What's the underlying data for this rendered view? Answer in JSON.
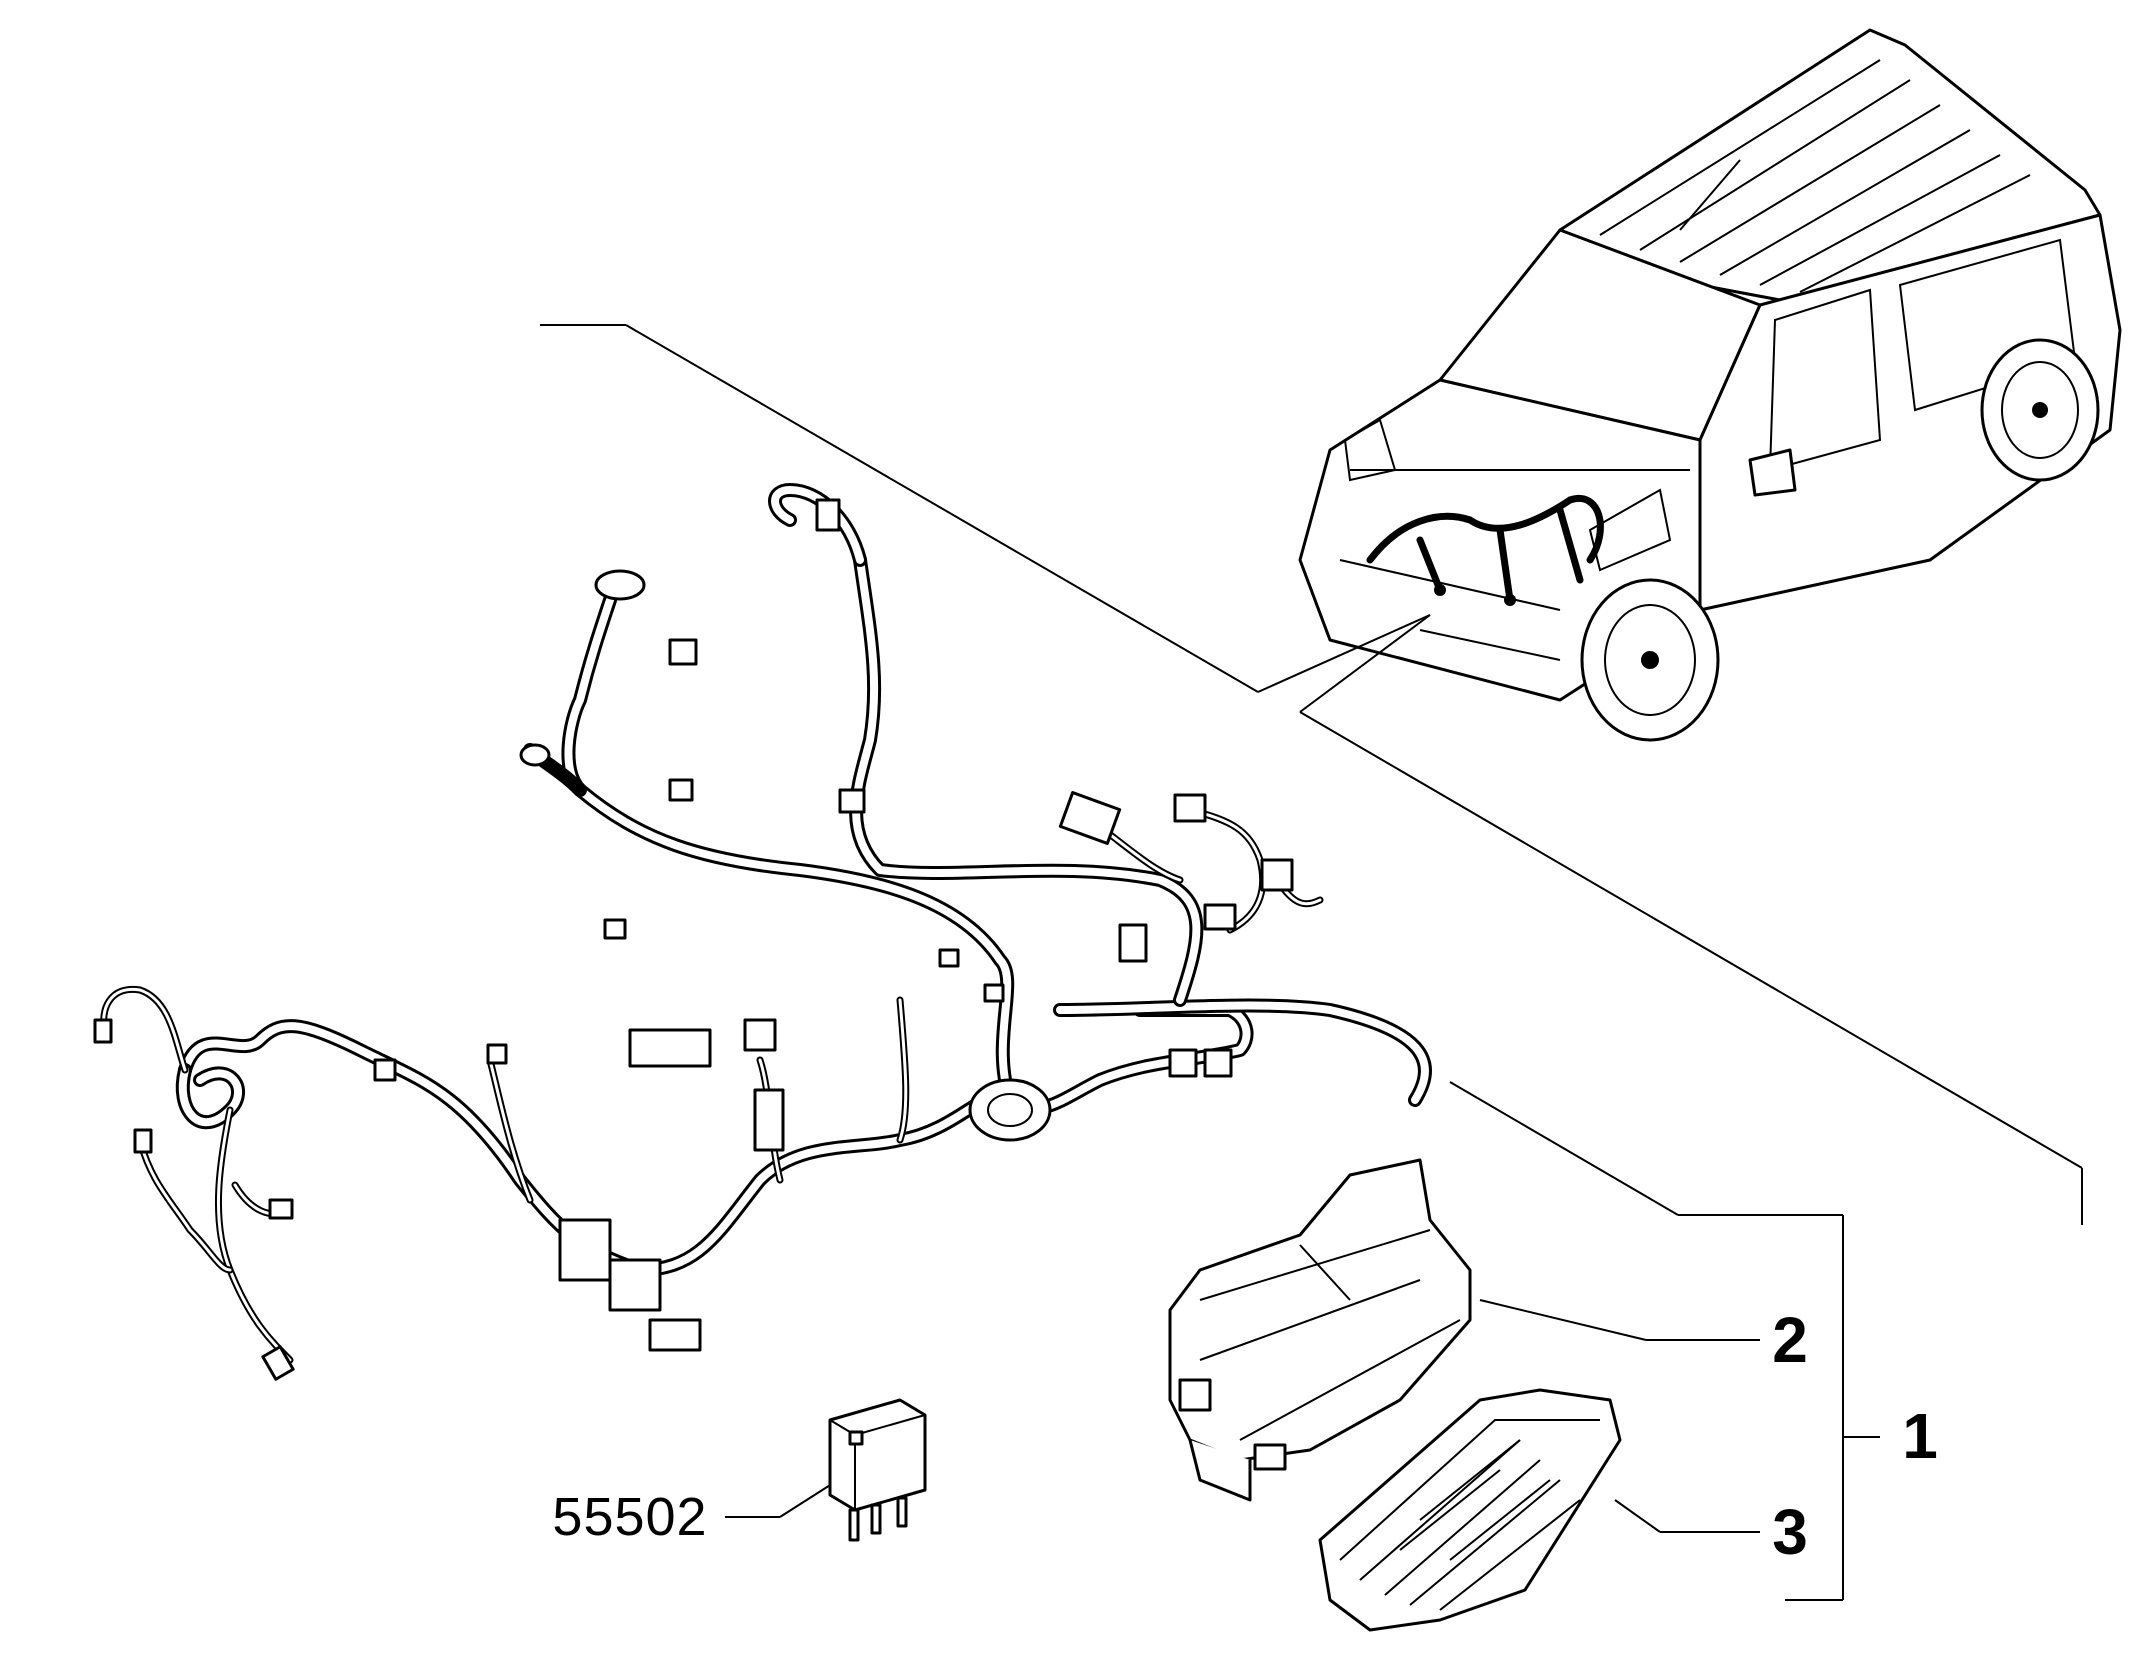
{
  "callouts": {
    "assembly": "1",
    "cover": "2",
    "base": "3",
    "relay": "55502"
  }
}
